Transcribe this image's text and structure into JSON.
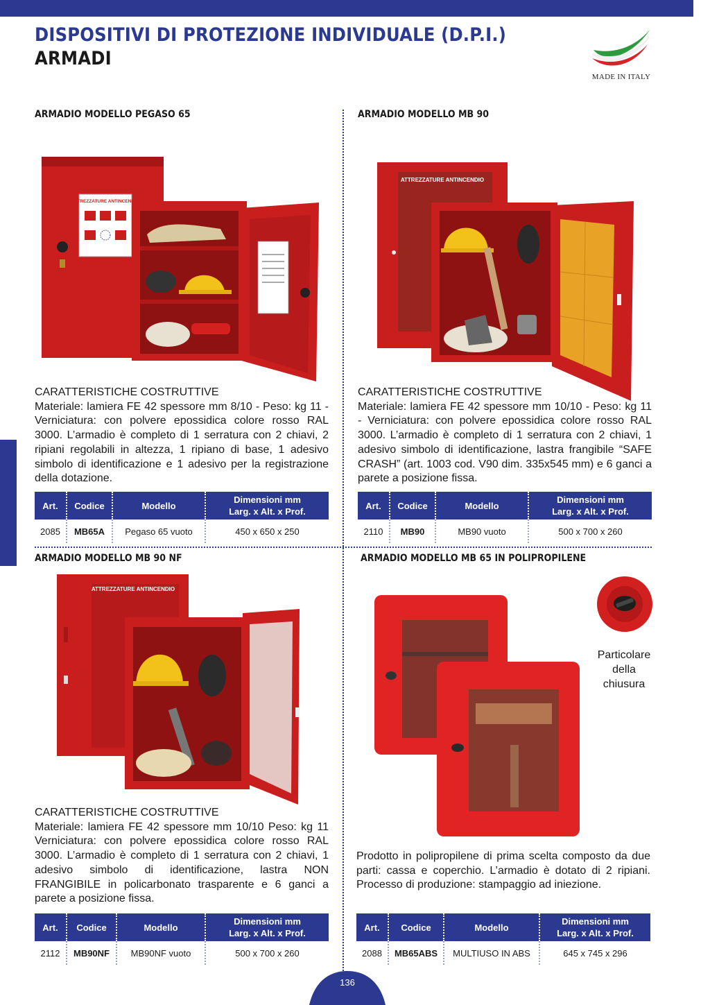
{
  "header": {
    "title_line1": "DISPOSITIVI DI PROTEZIONE INDIVIDUALE (D.P.I.)",
    "title_line2": "ARMADI",
    "logo_text": "MADE IN ITALY",
    "logo_colors": {
      "green": "#2e9a3e",
      "white": "#ffffff",
      "red": "#d8232a"
    }
  },
  "colors": {
    "brand_blue": "#2b3990",
    "cabinet_red": "#c81e1e"
  },
  "table_headers": {
    "art": "Art.",
    "codice": "Codice",
    "modello": "Modello",
    "dim_line1": "Dimensioni mm",
    "dim_line2": "Larg. x Alt. x Prof."
  },
  "sections": [
    {
      "title": "ARMADIO MODELLO PEGASO 65",
      "heading": "CARATTERISTICHE COSTRUTTIVE",
      "text": "Materiale: lamiera FE 42 spessore mm 8/10 - Peso: kg 11 - Verniciatura: con polvere epossidica colore rosso RAL 3000. L’armadio è completo di 1 serratura con 2 chiavi, 2 ripiani regolabili in altezza, 1 ripiano di base, 1 adesivo simbolo di identificazione e 1 adesivo per la registrazione della dotazione.",
      "row": {
        "art": "2085",
        "code": "MB65A",
        "model": "Pegaso 65 vuoto",
        "dims": "450 x 650 x 250"
      },
      "photo_labels": [
        "ATTREZZATURE ANTINCENDIO"
      ]
    },
    {
      "title": "ARMADIO MODELLO MB 90",
      "heading": "CARATTERISTICHE COSTRUTTIVE",
      "text": "Materiale: lamiera FE 42 spessore mm 10/10 - Peso: kg 11 - Verniciatura: con polvere epossidica colore rosso RAL 3000. L’armadio è completo di 1 serratura con 2 chiavi, 1 adesivo simbolo di identificazione, lastra frangibile “SAFE CRASH” (art. 1003 cod. V90 dim. 335x545 mm) e 6 ganci a parete a posizione fissa.",
      "row": {
        "art": "2110",
        "code": "MB90",
        "model": "MB90 vuoto",
        "dims": "500 x 700 x 260"
      },
      "photo_labels": [
        "ATTREZZATURE ANTINCENDIO"
      ]
    },
    {
      "title": "ARMADIO MODELLO MB 90 NF",
      "heading": "CARATTERISTICHE COSTRUTTIVE",
      "text": "Materiale: lamiera FE 42 spessore mm 10/10 Peso: kg 11 Verniciatura: con polvere epossidica colore rosso RAL 3000.  L’armadio è completo di 1 serratura con 2 chiavi, 1 adesivo simbolo di identificazione, lastra NON FRANGIBILE in policarbonato trasparente e 6 ganci a parete a posizione fissa.",
      "row": {
        "art": "2112",
        "code": "MB90NF",
        "model": "MB90NF vuoto",
        "dims": "500 x 700 x 260"
      },
      "photo_labels": [
        "ATTREZZATURE ANTINCENDIO"
      ]
    },
    {
      "title": "ARMADIO MODELLO MB 65 IN POLIPROPILENE",
      "text": "Prodotto in polipropilene di prima scelta composto da due parti: cassa e coperchio. L’armadio è dotato di 2 ripiani. Processo di produzione: stampaggio ad iniezione.",
      "detail_caption": [
        "Particolare",
        "della",
        "chiusura"
      ],
      "row": {
        "art": "2088",
        "code": "MB65ABS",
        "model": "MULTIUSO IN ABS",
        "dims": "645 x 745 x 296"
      }
    }
  ],
  "page_number": "136"
}
